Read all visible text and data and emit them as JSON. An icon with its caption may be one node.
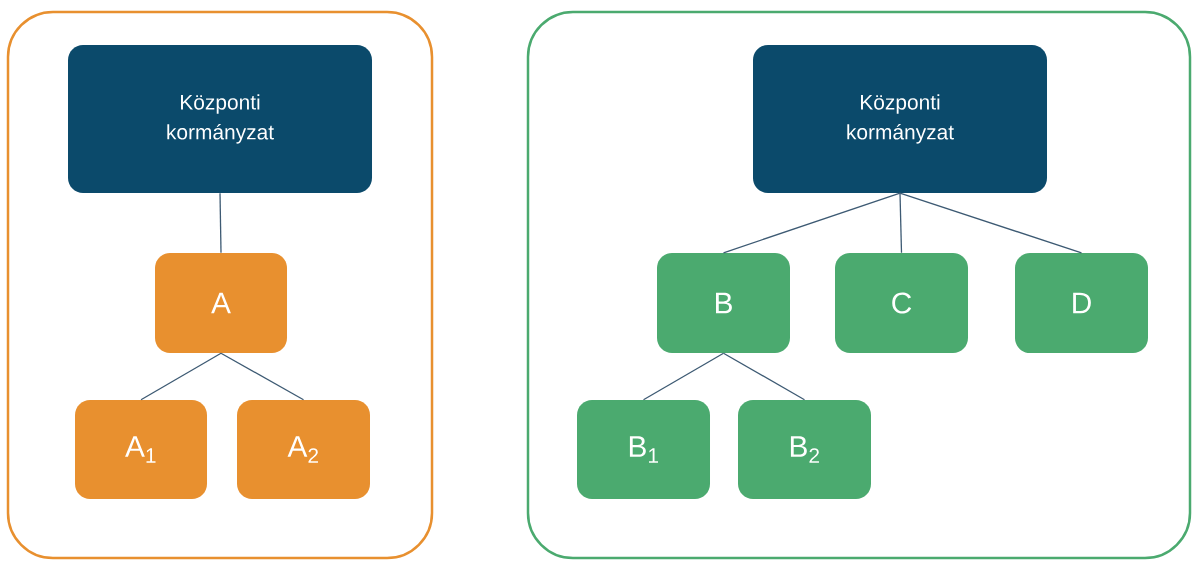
{
  "diagram": {
    "nodes": [
      {
        "text": [],
        "shape": "box"
      },
      {
        "text": [
          "Központi kormányzat"
        ],
        "in": 0
      },
      {
        "text": [
          "A"
        ],
        "in": 0
      },
      {
        "text": [
          "A$_{1}$"
        ],
        "in": 0
      },
      {
        "text": [
          "A$_{2}$"
        ],
        "in": 0
      },
      {
        "text": [],
        "shape": "box"
      },
      {
        "text": [
          "Központi kormányzat"
        ],
        "in": 5
      },
      {
        "text": [
          "B"
        ],
        "in": 5
      },
      {
        "text": [
          "C"
        ],
        "in": 5
      },
      {
        "text": [
          "D"
        ],
        "in": 5
      },
      {
        "text": [
          "B$_{1}$"
        ],
        "in": 5
      },
      {
        "text": [
          "B$_{2}$"
        ],
        "in": 5
      }
    ],
    "edges": [
      {
        "from": 1,
        "to": 2,
        "arrow": "none"
      },
      {
        "from": 2,
        "to": 3,
        "arrow": "none"
      },
      {
        "from": 2,
        "to": 4,
        "arrow": "none"
      },
      {
        "from": 6,
        "to": 7,
        "arrow": "none"
      },
      {
        "from": 6,
        "to": 8,
        "arrow": "none"
      },
      {
        "from": 6,
        "to": 9,
        "arrow": "none"
      },
      {
        "from": 7,
        "to": 10,
        "arrow": "none"
      },
      {
        "from": 7,
        "to": 11,
        "arrow": "none"
      }
    ]
  }
}
